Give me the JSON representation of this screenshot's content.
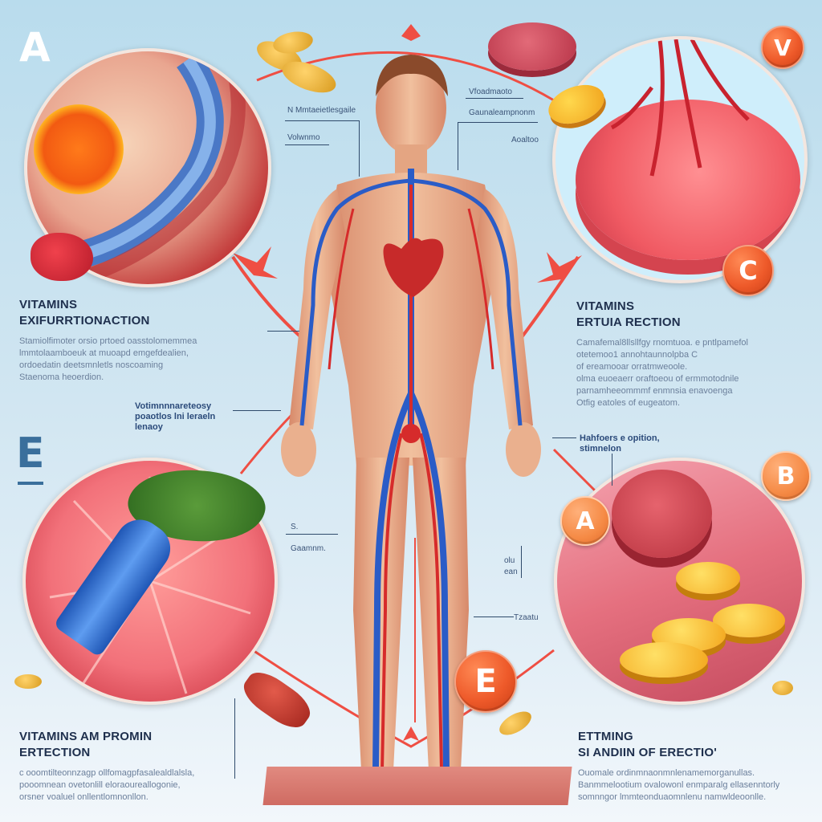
{
  "corner_letters": {
    "top_left": "A",
    "mid_left": "E"
  },
  "badges": {
    "top_right": "V",
    "right_c": "C",
    "right_b": "B",
    "right_a": "A",
    "bottom_center": "E"
  },
  "sections": {
    "top_left": {
      "heading_line1": "VITAMINS",
      "heading_line2": "EXIFURRTIONACTION",
      "body": [
        "Stamiolfimoter orsio prtoed oasstolomemmea",
        "lmmtolaamboeuk at muoapd emgefdealien,",
        "ordoedatin deetsmnletls noscoaming",
        "Staenoma heoerdion."
      ]
    },
    "top_right": {
      "heading_line1": "VITAMINS",
      "heading_line2": "ERTUIA RECTION",
      "body": [
        "Camafemal8llsllfgy rnomtuoa. e pntlpamefol",
        "otetemoo1 annohtaunnolpba C",
        "of ereamooar orratmweoole.",
        "olma euoeaerr oraftoeou of ermmotodnile",
        "parnamheeommmf enmnsia enavoenga",
        "Otfig eatoles of eugeatom."
      ]
    },
    "bottom_left": {
      "heading_line1": "VITAMINS AM PROMIN",
      "heading_line2": "ERTECTION",
      "body": [
        "c ooomtilteonnzagp ollfomagpfasalealdlalsla,",
        "pooomnean ovetonlill eloraoureallogonie,",
        "orsner voaluel onllentlomnonllon."
      ]
    },
    "bottom_right": {
      "heading_line1": "ETTMING",
      "heading_line2": "SI ANDIIN OF ERECTIO'",
      "body": [
        "Ouomale ordinmnaonmnlenamemorganullas.",
        "Banmmelootium ovalowonl enmparalg ellasenntorly",
        "somnngor lmmteonduaomnlenu namwldeoonlle."
      ]
    }
  },
  "callouts": {
    "mid_left": [
      "Votimnnnareteosy",
      "poaotlos lni leraeln",
      "lenaoy"
    ],
    "mid_right": [
      "Hahfoers e opition,",
      "stimnelon"
    ],
    "top_left_1": "N Mmtaeietlesgaile",
    "top_left_2": "Volwnmo",
    "top_right_1": "Vfoadmaoto",
    "top_right_2": "Gaunaleampnonm",
    "top_right_3": "Aoaltoo",
    "legs_left_1": "S.",
    "legs_left_2": "Gaamnm.",
    "legs_right_1": "olu",
    "legs_right_2": "ean",
    "legs_right_3": "Tzaatu"
  },
  "colors": {
    "heading": "#1e2f4d",
    "body_text": "#6b7f9b",
    "badge_orange": "#ee5a2a",
    "artery_red": "#d62b2b",
    "vein_blue": "#2a5cc7",
    "connector_red": "#ef4e43",
    "skin": "#e8a27c"
  }
}
